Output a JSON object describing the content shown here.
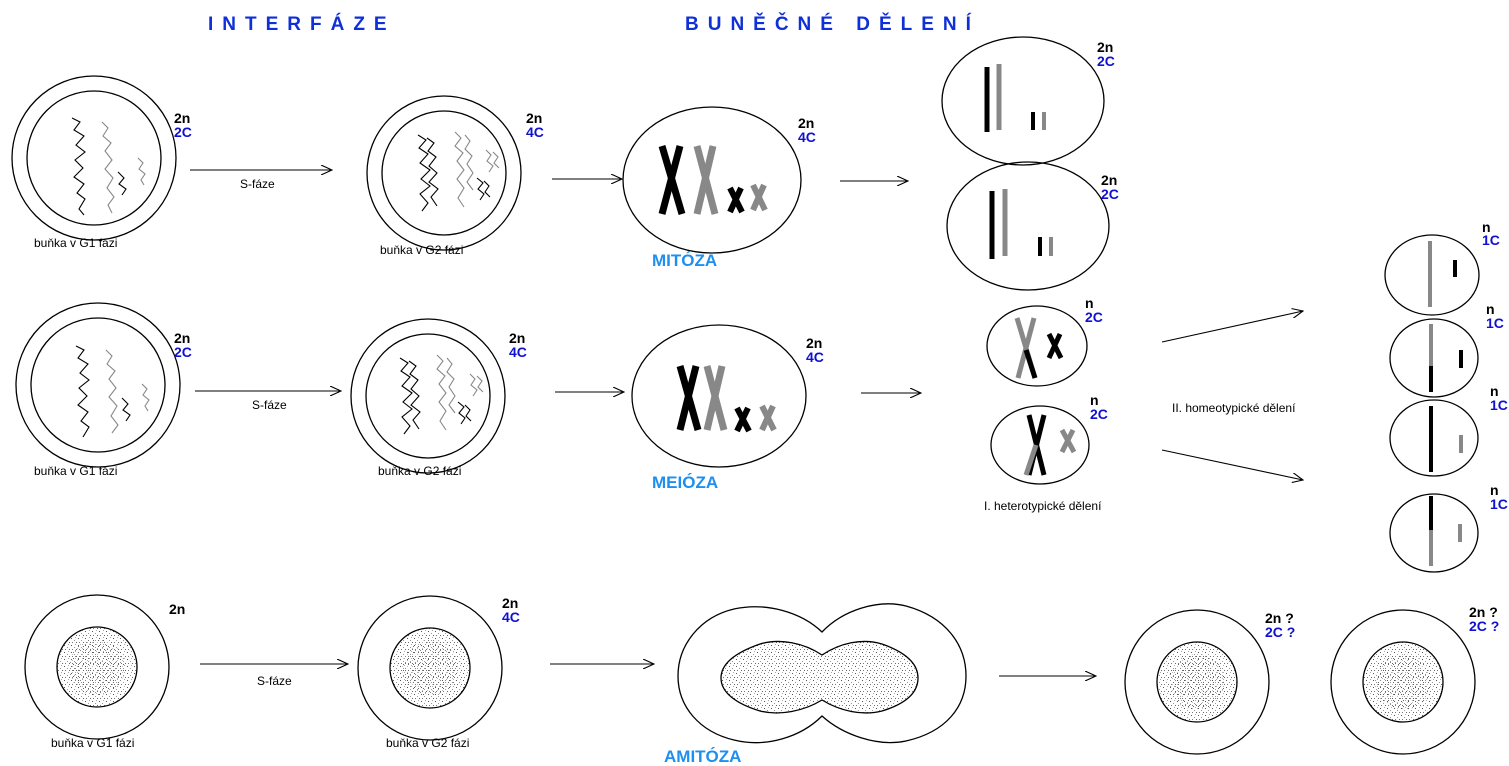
{
  "headings": {
    "interphase": "INTERFÁZE",
    "division": "BUNĚČNÉ DĚLENÍ"
  },
  "processes": {
    "mitosis": "MITÓZA",
    "meiosis": "MEIÓZA",
    "amitosis": "AMITÓZA"
  },
  "arrow_labels": {
    "s_phase": "S-fáze",
    "meiosis_first": "I. heterotypické dělení",
    "meiosis_second": "II. homeotypické dělení"
  },
  "cell_captions": {
    "g1": "buňka v G1 fázi",
    "g2": "buňka v G2 fázi"
  },
  "ploidy": {
    "two_n": "2n",
    "n": "n",
    "two_n_q": "2n ?",
    "c1": "1C",
    "c1_clipped": "1C",
    "c2": "2C",
    "c4": "4C",
    "c2_q": "2C ?"
  },
  "colors": {
    "heading": "#0f2fd8",
    "process": "#1d8ff0",
    "c_value": "#1010d0",
    "chromosome_dark": "#000000",
    "chromosome_light": "#888888"
  }
}
